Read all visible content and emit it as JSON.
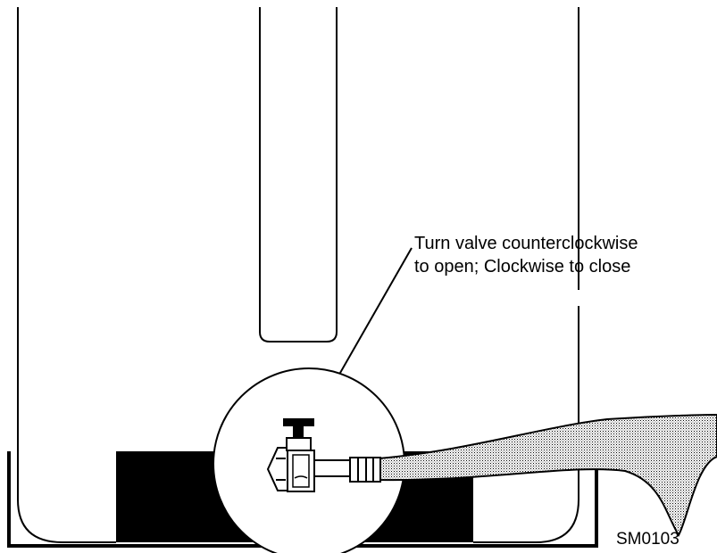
{
  "callout": {
    "line1": "Turn valve counterclockwise",
    "line2": "to open; Clockwise to close"
  },
  "figure_id": "SM0103"
}
